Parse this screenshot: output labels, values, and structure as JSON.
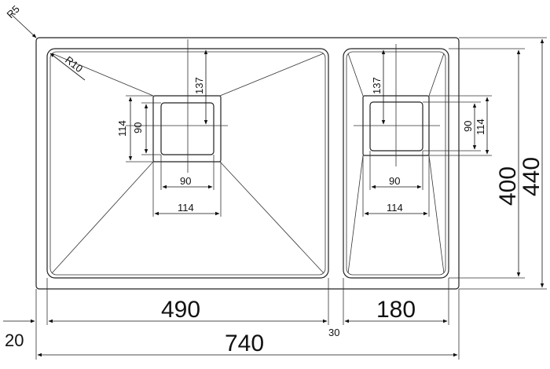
{
  "dimensions": {
    "r5": "R5",
    "r10": "R10",
    "main_depth": "137",
    "main_outer_h": "114",
    "main_inner_h": "90",
    "main_inner_w": "90",
    "main_outer_w": "114",
    "small_depth": "137",
    "small_inner_h": "90",
    "small_outer_h": "114",
    "small_inner_w": "90",
    "small_outer_w": "114",
    "bowl_width_main": "490",
    "bowl_width_small": "180",
    "gap": "30",
    "total_width": "740",
    "left_offset": "20",
    "bowl_height": "400",
    "total_height": "440"
  },
  "colors": {
    "line": "#222222",
    "background": "#ffffff"
  }
}
